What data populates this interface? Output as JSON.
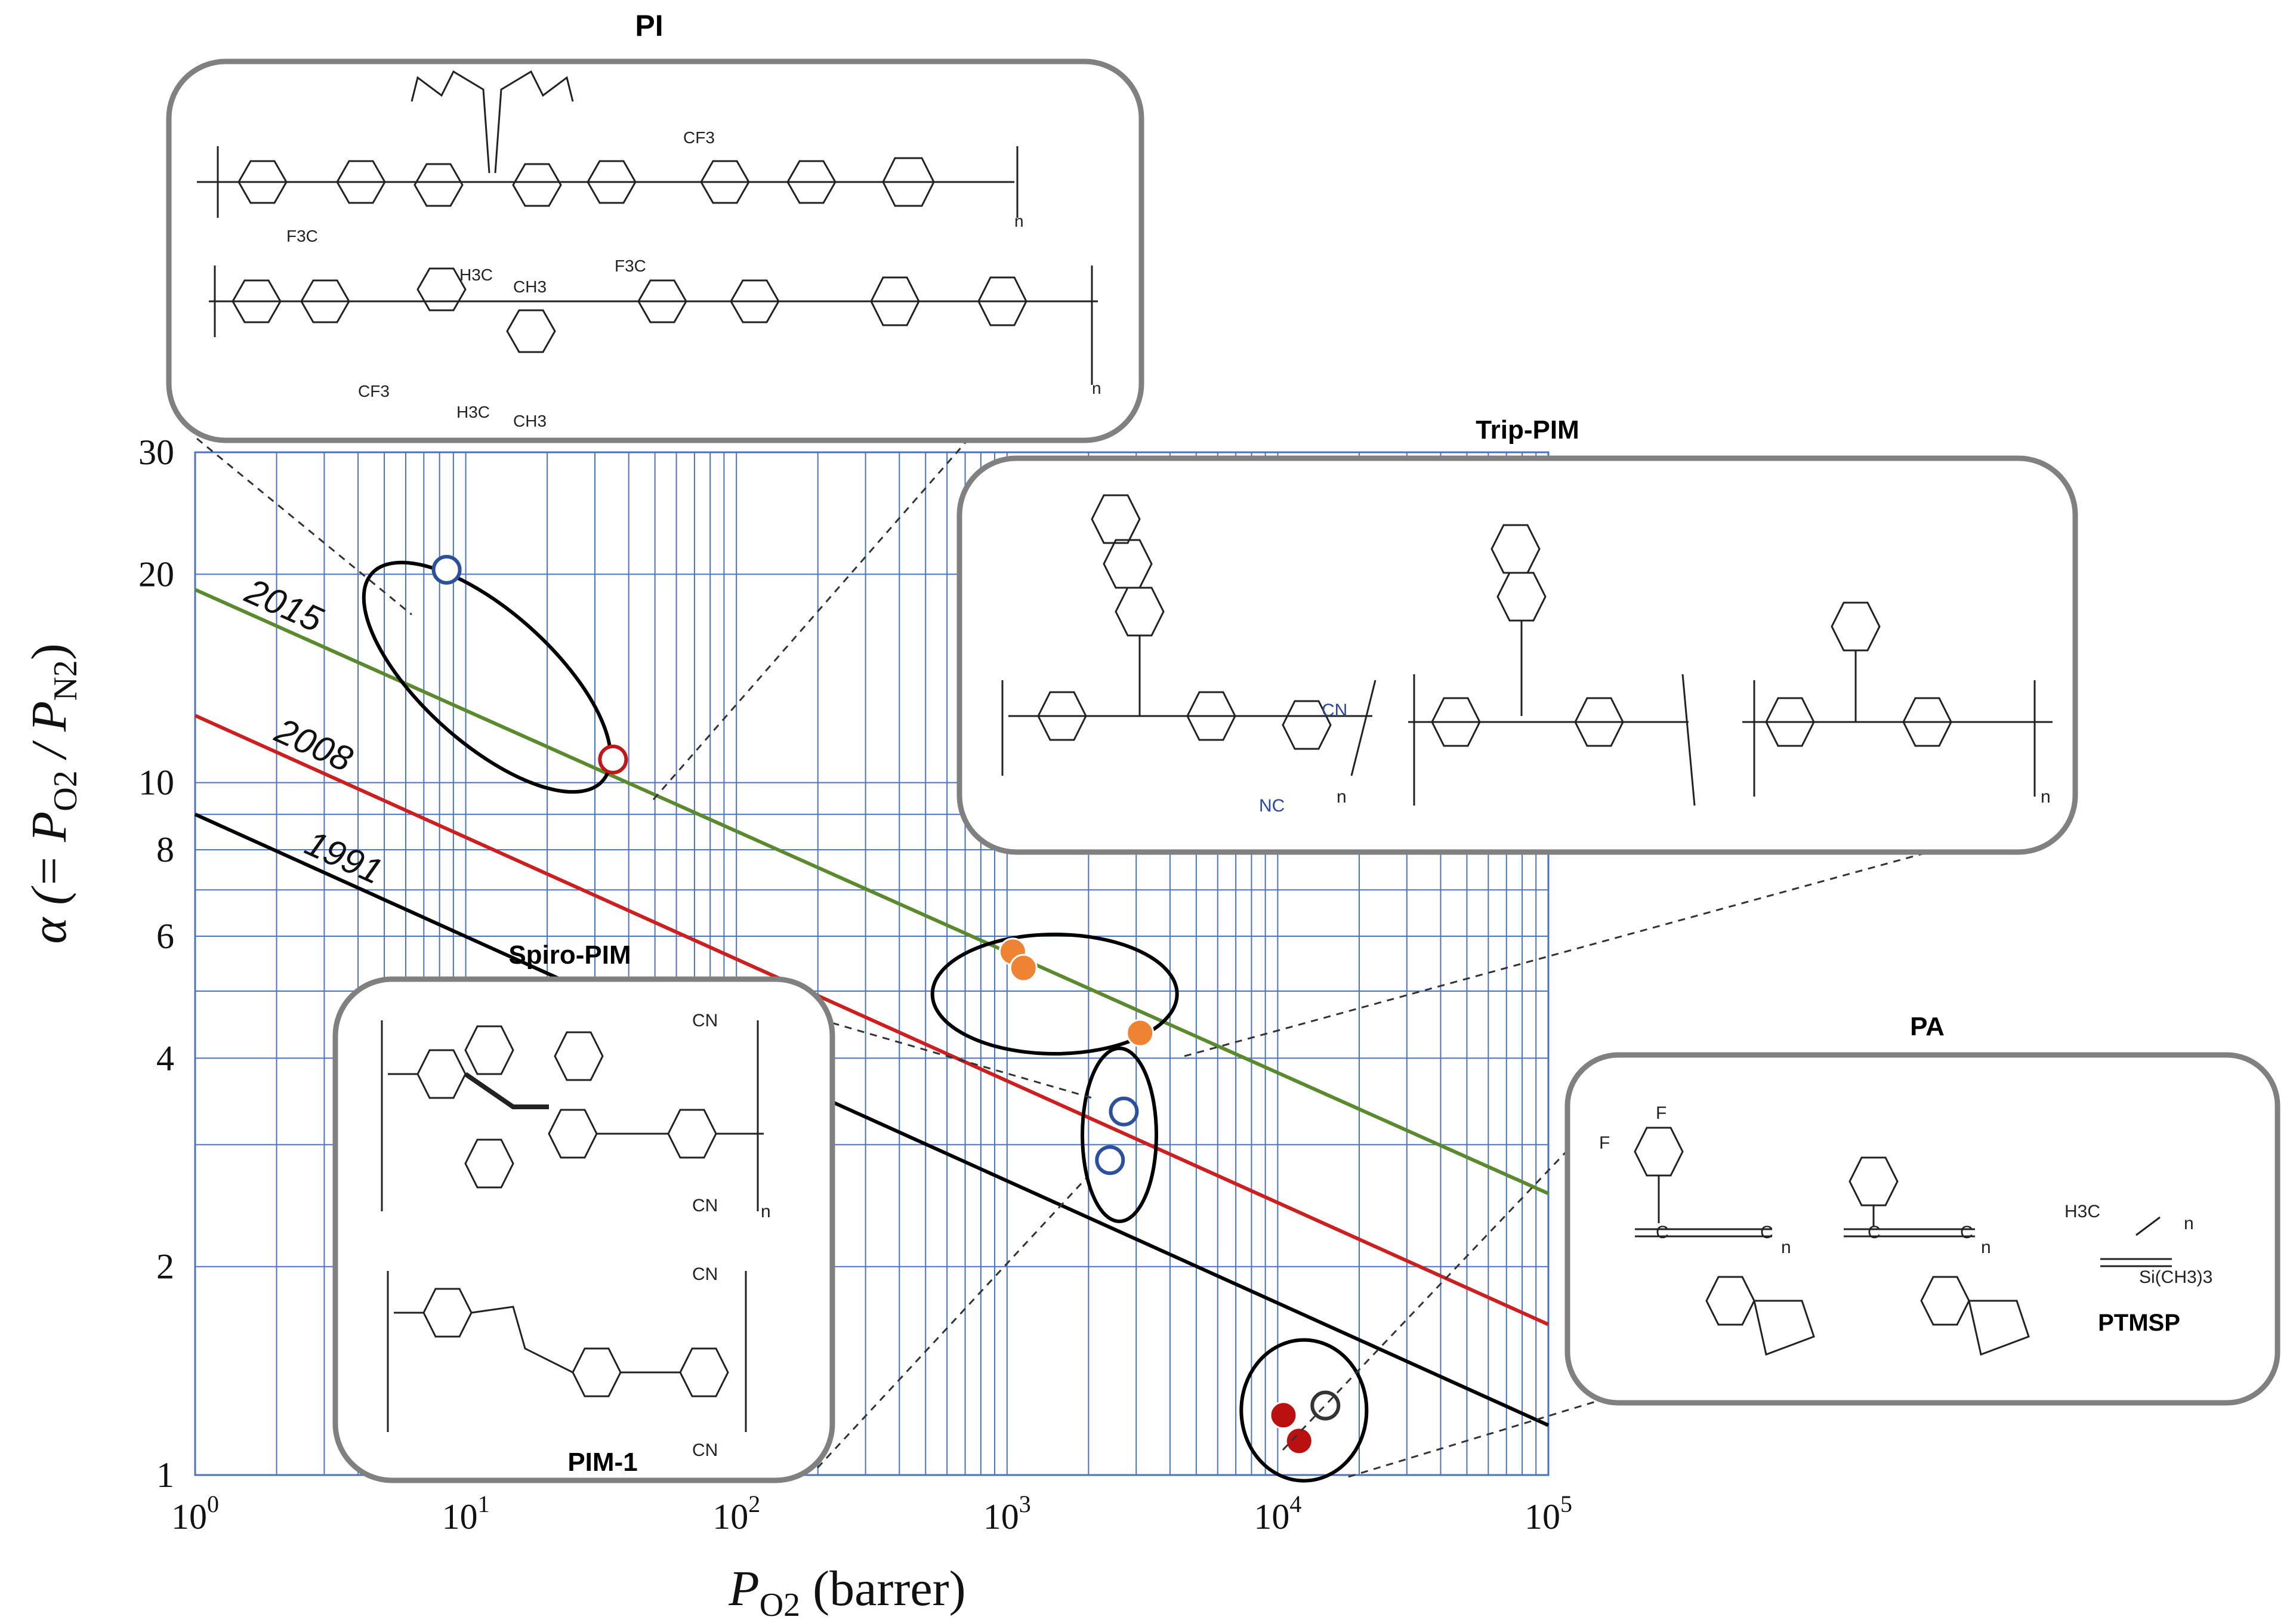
{
  "chart_data": {
    "type": "scatter",
    "xscale": "log",
    "yscale": "log",
    "xlim": [
      1,
      100000
    ],
    "ylim": [
      1,
      30
    ],
    "xlabel_main": "P",
    "xlabel_sub": "O2",
    "xlabel_unit": " (barrer)",
    "ylabel_main": "α (= P",
    "ylabel_sub1": "O2",
    "ylabel_mid": " / P",
    "ylabel_sub2": "N2",
    "ylabel_end": ")",
    "x_ticks": [
      {
        "value": 1,
        "base": "10",
        "exp": "0"
      },
      {
        "value": 10,
        "base": "10",
        "exp": "1"
      },
      {
        "value": 100,
        "base": "10",
        "exp": "2"
      },
      {
        "value": 1000,
        "base": "10",
        "exp": "3"
      },
      {
        "value": 10000,
        "base": "10",
        "exp": "4"
      },
      {
        "value": 100000,
        "base": "10",
        "exp": "5"
      }
    ],
    "y_ticks": [
      {
        "value": 1,
        "label": "1"
      },
      {
        "value": 2,
        "label": "2"
      },
      {
        "value": 4,
        "label": "4"
      },
      {
        "value": 6,
        "label": "6"
      },
      {
        "value": 8,
        "label": "8"
      },
      {
        "value": 10,
        "label": "10"
      },
      {
        "value": 20,
        "label": "20"
      },
      {
        "value": 30,
        "label": "30"
      }
    ],
    "grid": true,
    "upper_bounds": [
      {
        "name": "2015",
        "color": "#5b8a2e",
        "p1": [
          1,
          19
        ],
        "p2": [
          100000,
          2.55
        ]
      },
      {
        "name": "2008",
        "color": "#cc1f1f",
        "p1": [
          1,
          12.5
        ],
        "p2": [
          100000,
          1.65
        ]
      },
      {
        "name": "1991",
        "color": "#000000",
        "p1": [
          1,
          9.0
        ],
        "p2": [
          100000,
          1.18
        ]
      }
    ],
    "points": [
      {
        "group": "PI",
        "x": 8.5,
        "y": 20.3,
        "style": "open",
        "color": "#2c4f9e"
      },
      {
        "group": "PI",
        "x": 35,
        "y": 10.8,
        "style": "open",
        "color": "#c01818"
      },
      {
        "group": "Trip-PIM",
        "x": 1050,
        "y": 5.7,
        "style": "filled",
        "color": "#ee8433"
      },
      {
        "group": "Trip-PIM",
        "x": 1150,
        "y": 5.4,
        "style": "filled",
        "color": "#ee8433"
      },
      {
        "group": "Trip-PIM",
        "x": 3100,
        "y": 4.35,
        "style": "filled",
        "color": "#ee8433"
      },
      {
        "group": "Spiro-PIM",
        "x": 2700,
        "y": 3.35,
        "style": "open",
        "color": "#2c4f9e"
      },
      {
        "group": "Spiro-PIM",
        "x": 2400,
        "y": 2.85,
        "style": "open",
        "color": "#2c4f9e"
      },
      {
        "group": "PA",
        "x": 10500,
        "y": 1.22,
        "style": "filled",
        "color": "#bb1010"
      },
      {
        "group": "PA",
        "x": 12000,
        "y": 1.12,
        "style": "filled",
        "color": "#bb1010"
      },
      {
        "group": "PA",
        "x": 15000,
        "y": 1.26,
        "style": "open",
        "color": "#333333"
      }
    ],
    "group_ellipses": [
      {
        "group": "PI",
        "center": [
          12,
          14.2
        ],
        "color": "#000000"
      },
      {
        "group": "Trip-PIM",
        "center": [
          1500,
          4.95
        ],
        "color": "#000000"
      },
      {
        "group": "Spiro-PIM",
        "center": [
          2600,
          3.1
        ],
        "color": "#000000"
      },
      {
        "group": "PA",
        "center": [
          12500,
          1.24
        ],
        "color": "#000000"
      }
    ]
  },
  "panels": {
    "pi": {
      "title": "PI"
    },
    "trip_pim": {
      "title": "Trip-PIM"
    },
    "spiro_pim": {
      "title": "Spiro-PIM",
      "bottom_label": "PIM-1"
    },
    "pa": {
      "title": "PA",
      "ptmsp_label": "PTMSP"
    }
  },
  "structure_labels": {
    "cf3_a": "CF3",
    "f3c_a": "F3C",
    "cf3_b": "CF3",
    "f3c_b": "F3C",
    "ch3_a": "H3C",
    "ch3_b": "CH3",
    "ch3_c": "H3C",
    "ch3_d": "CH3",
    "n": "n",
    "cn": "CN",
    "nc": "NC",
    "si": "Si(CH3)3",
    "h3c": "H3C",
    "f": "F",
    "c": "C"
  }
}
